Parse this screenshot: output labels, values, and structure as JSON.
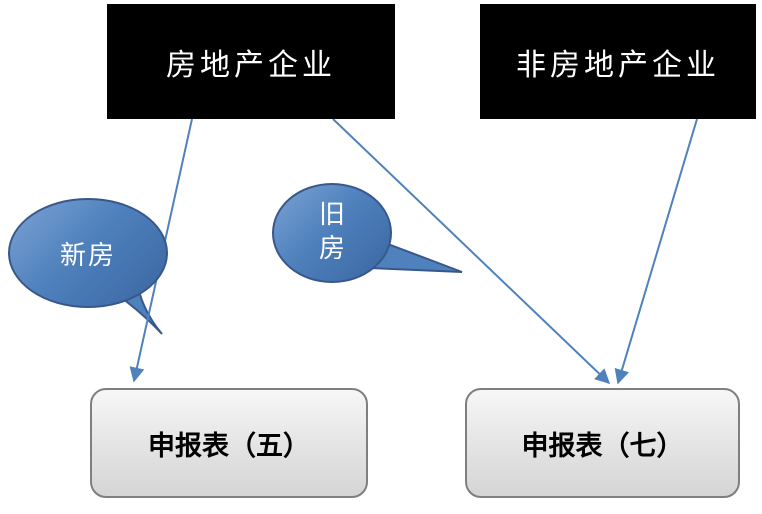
{
  "diagram": {
    "nodes": {
      "real_estate": {
        "label": "房地产企业"
      },
      "non_real_estate": {
        "label": "非房地产企业"
      },
      "form_five": {
        "label": "申报表（五）"
      },
      "form_seven": {
        "label": "申报表（七）"
      }
    },
    "callouts": {
      "new_house": {
        "label": "新房"
      },
      "old_house": {
        "label": "旧房",
        "lines": [
          "旧",
          "房"
        ]
      }
    },
    "edges": [
      {
        "from": "房地产企业",
        "to": "申报表（五）",
        "note": "新房"
      },
      {
        "from": "房地产企业",
        "to": "申报表（七）",
        "note": "旧房"
      },
      {
        "from": "非房地产企业",
        "to": "申报表（七）",
        "note": ""
      }
    ],
    "colors": {
      "node_bg": "#000000",
      "node_text": "#ffffff",
      "callout_fill": "#4f81bd",
      "callout_border": "#38588c",
      "arrow": "#4f81bd",
      "form_bg": "#e8e8e8",
      "form_border": "#7f7f7f"
    }
  }
}
